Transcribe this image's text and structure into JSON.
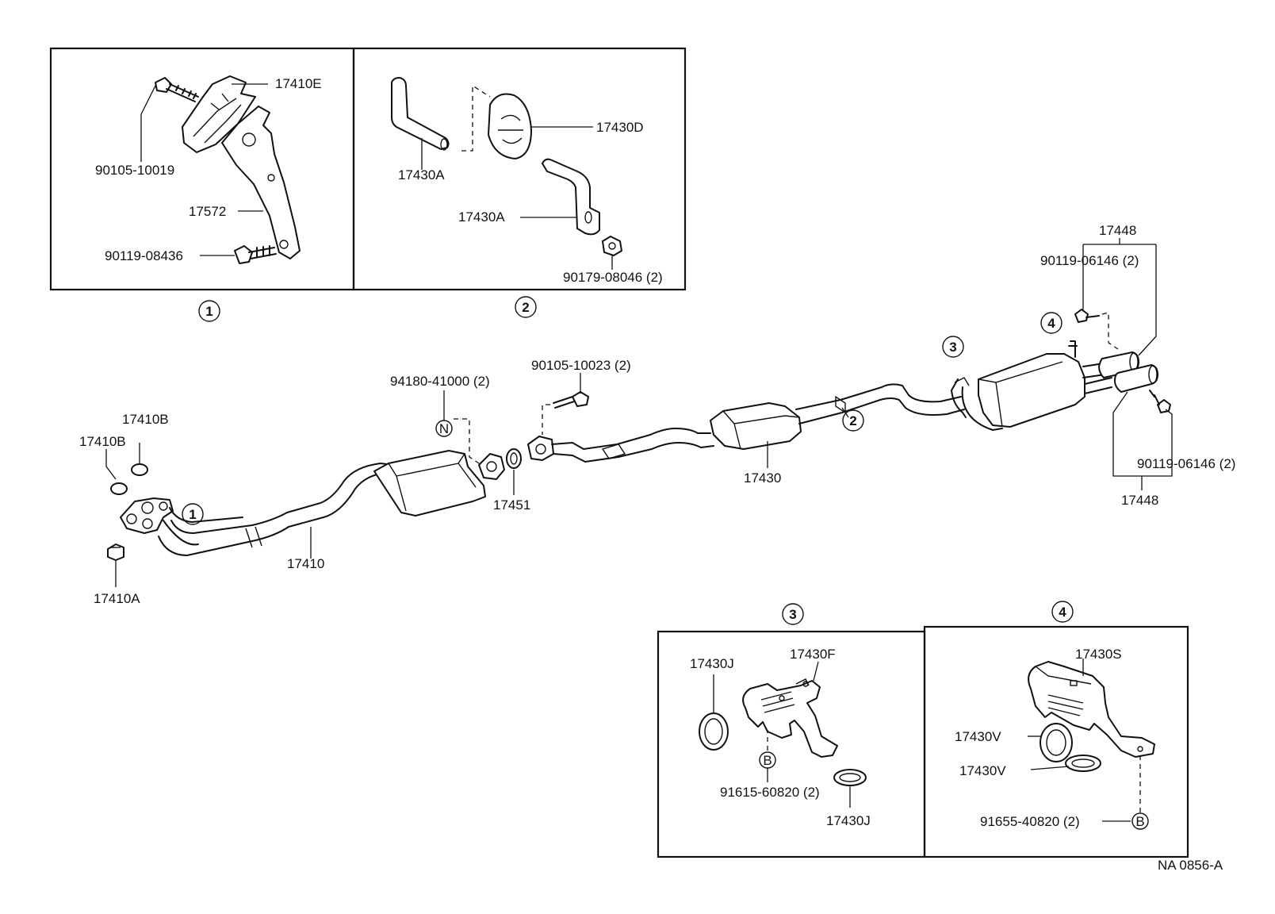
{
  "drawing_code": "NA 0856-A",
  "callouts": {
    "c1": "1",
    "c2": "2",
    "c3": "3",
    "c4": "4",
    "n": "N",
    "b": "B"
  },
  "detail_1": {
    "p_17410E": "17410E",
    "p_90105_10019": "90105-10019",
    "p_17572": "17572",
    "p_90119_08436": "90119-08436"
  },
  "detail_2": {
    "p_17430A_top": "17430A",
    "p_17430D": "17430D",
    "p_17430A_mid": "17430A",
    "p_90179_08046": "90179-08046 (2)"
  },
  "main": {
    "p_17410B_a": "17410B",
    "p_17410B_b": "17410B",
    "p_17410A": "17410A",
    "p_17410": "17410",
    "p_94180_41000": "94180-41000 (2)",
    "p_90105_10023": "90105-10023 (2)",
    "p_17451": "17451",
    "p_17430": "17430",
    "p_17448_top": "17448",
    "p_90119_06146_top": "90119-06146 (2)",
    "p_90119_06146_bot": "90119-06146 (2)",
    "p_17448_bot": "17448"
  },
  "detail_3": {
    "p_17430J_top": "17430J",
    "p_17430F": "17430F",
    "p_91615_60820": "91615-60820 (2)",
    "p_17430J_bot": "17430J"
  },
  "detail_4": {
    "p_17430S": "17430S",
    "p_17430V_a": "17430V",
    "p_17430V_b": "17430V",
    "p_91655_40820": "91655-40820 (2)"
  }
}
